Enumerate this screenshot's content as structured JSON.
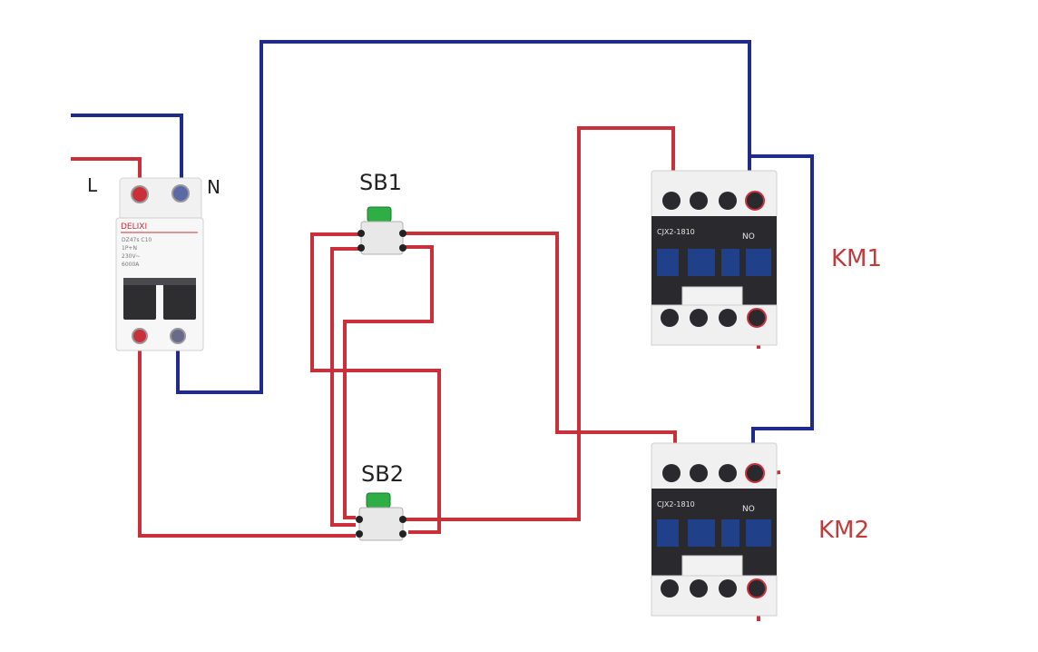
{
  "labels": {
    "line": "L",
    "neutral": "N",
    "button1": "SB1",
    "button2": "SB2",
    "contactor1": "KM1",
    "contactor2": "KM2"
  },
  "breaker": {
    "brand": "DELIXI",
    "spec_lines": [
      "DZ47s C10",
      "1P+N",
      "230V~",
      "6000A"
    ]
  },
  "contactors": [
    {
      "id": "KM1",
      "model": "CJX2-1810",
      "contact": "NO"
    },
    {
      "id": "KM2",
      "model": "CJX2-1810",
      "contact": "NO"
    }
  ],
  "colors": {
    "live_wire": "#c9303a",
    "neutral_wire": "#1f2a8a",
    "contactor_body": "#2a2a2e",
    "contactor_coil": "#20408a",
    "button_cap": "#2fae45"
  }
}
